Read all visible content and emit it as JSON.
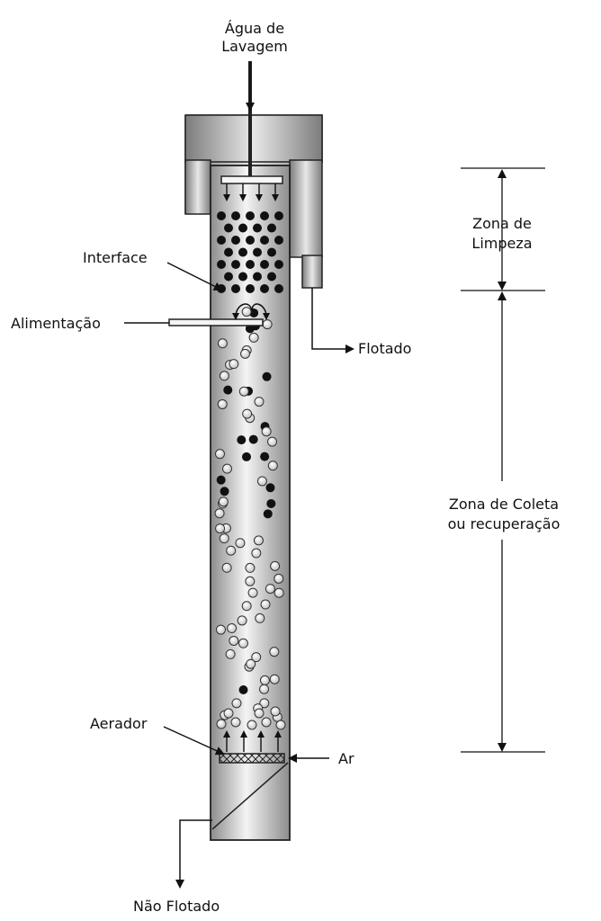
{
  "labels": {
    "wash_water": [
      "Água de",
      "Lavagem"
    ],
    "interface": "Interface",
    "feed": "Alimentação",
    "floated": "Flotado",
    "aerator": "Aerador",
    "air": "Ar",
    "not_floated": "Não Flotado",
    "cleaning_zone": [
      "Zona de",
      "Limpeza"
    ],
    "collection_zone": [
      "Zona de Coleta",
      "ou recuperação"
    ]
  },
  "colors": {
    "line": "#111111",
    "column_gradient_edge": "#8c8c8c",
    "column_gradient_center": "#f4f4f4",
    "hydrophobic_particle": "#111111",
    "hydrophilic_particle": "#e6e6e6"
  },
  "icons": {
    "particle_dark": "filled-black-circle",
    "particle_light": "hollow-grey-circle",
    "sparger": "crosshatch-bar",
    "spray_arrows": "down-arrow",
    "bubble_arrows": "up-arrow"
  }
}
